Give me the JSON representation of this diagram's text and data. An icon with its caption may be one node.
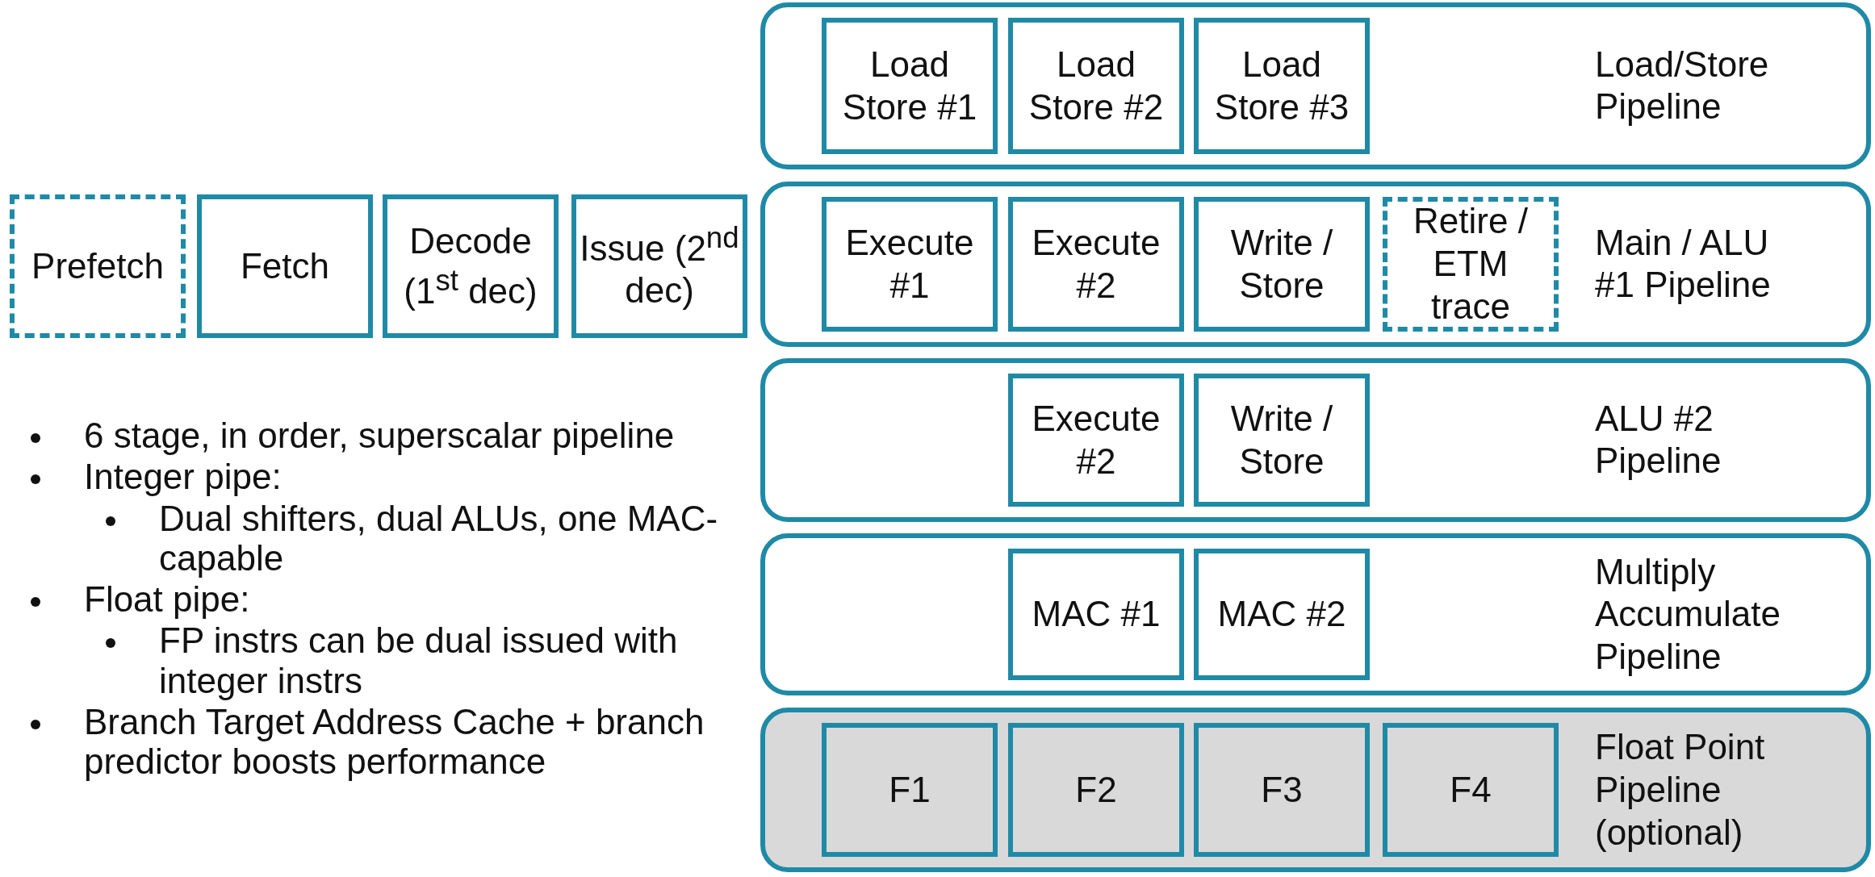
{
  "diagram": {
    "nodes": [
      {
        "text": [
          "Load/Store Pipeline"
        ]
      },
      {
        "text": [
          "Load Store #1"
        ],
        "in": 0
      },
      {
        "text": [
          "Load Store #2"
        ],
        "in": 0
      },
      {
        "text": [
          "Load Store #3"
        ],
        "in": 0
      },
      {
        "text": [
          "Prefetch"
        ]
      },
      {
        "text": [
          "Fetch"
        ]
      },
      {
        "text": [
          "Decode (1$^{st}$ dec)"
        ]
      },
      {
        "text": [
          "Issue (2$^{nd}$ dec)"
        ]
      },
      {
        "text": [
          "Main / ALU #1 Pipeline"
        ]
      },
      {
        "text": [
          "Execute #1"
        ],
        "in": 8
      },
      {
        "text": [
          "Execute #2"
        ],
        "in": 8
      },
      {
        "text": [
          "Write / Store"
        ],
        "in": 8
      },
      {
        "text": [
          "Retire / ETM trace"
        ],
        "in": 8
      },
      {
        "text": [
          "ALU #2 Pipeline"
        ]
      },
      {
        "text": [
          "Execute #2"
        ],
        "in": 13
      },
      {
        "text": [
          "Write / Store"
        ],
        "in": 13
      },
      {
        "text": [
          "Multiply Accumulate Pipeline"
        ]
      },
      {
        "text": [
          "MAC #1"
        ],
        "in": 16
      },
      {
        "text": [
          "MAC #2"
        ],
        "in": 16
      },
      {
        "text": [
          "Float Point Pipeline (optional)"
        ]
      },
      {
        "text": [
          "F1"
        ],
        "in": 19
      },
      {
        "text": [
          "F2"
        ],
        "in": 19
      },
      {
        "text": [
          "F3"
        ],
        "in": 19
      },
      {
        "text": [
          "F4"
        ],
        "in": 19
      }
    ],
    "labels": [
      "6 stage, in order, superscalar pipeline",
      "Integer pipe:",
      "Dual shifters, dual ALUs, one MAC-capable",
      "Float pipe:",
      "FP instrs can be dual issued with integer instrs",
      "Branch Target Address Cache + branch predictor boosts performance"
    ]
  }
}
